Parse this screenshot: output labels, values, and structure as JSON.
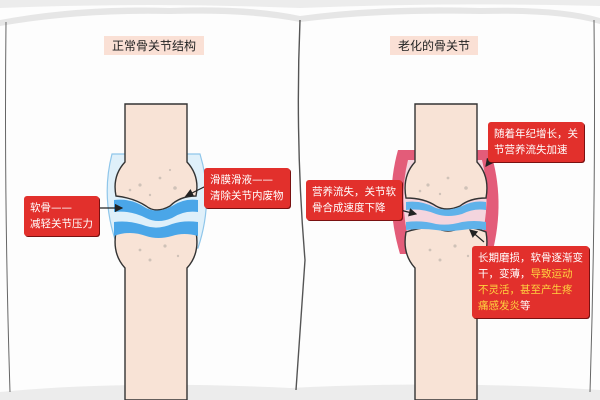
{
  "panels": {
    "normal": {
      "title": "正常骨关节结构",
      "callout_cartilage": {
        "line1": "软骨——",
        "line2": "减轻关节压力"
      },
      "callout_synovial": {
        "line1": "滑膜滑液——",
        "line2": "清除关节内废物"
      }
    },
    "aged": {
      "title": "老化的骨关节",
      "callout_age": {
        "line1": "随着年纪增长，关",
        "line2": "节营养流失加速"
      },
      "callout_nutrition": {
        "line1": "营养流失，关节软",
        "line2": "骨合成速度下降"
      },
      "callout_wear": {
        "line1": "长期磨损，软骨逐渐变",
        "line2_pre": "干，变薄，",
        "line2_hl": "导致运动",
        "line3": "不灵活，甚至产生疼",
        "line4_hl": "痛感发炎",
        "line4_post": "等"
      }
    }
  },
  "colors": {
    "callout": "#e2302c",
    "highlight": "#ffd23f",
    "bone": "#f8e3d6",
    "cartilage": "#4aa6e8",
    "inflammation": "#e04a6a"
  }
}
